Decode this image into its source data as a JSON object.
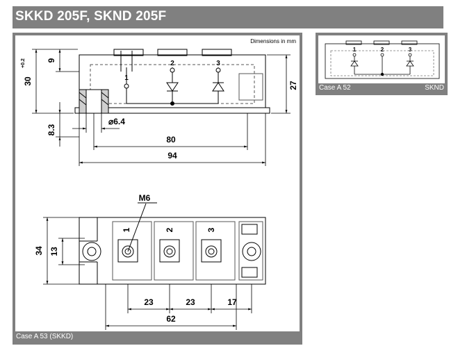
{
  "header": {
    "title": "SKKD 205F, SKND 205F"
  },
  "main": {
    "dimensions_note": "Dimensions in mm",
    "caption": "Case A 53 (SKKD)",
    "side_view": {
      "dim_height_total": "30",
      "dim_tolerance": "+0.2",
      "dim_top": "9",
      "dim_right": "27",
      "dim_bottom": "8.3",
      "dim_hole": "⌀6.4",
      "dim_80": "80",
      "dim_94": "94",
      "terminal_1": "1",
      "terminal_2": "2",
      "terminal_3": "3"
    },
    "top_view": {
      "thread_label": "M6",
      "dim_34": "34",
      "dim_13": "13",
      "dim_23a": "23",
      "dim_23b": "23",
      "dim_17": "17",
      "dim_62": "62",
      "terminal_1": "1",
      "terminal_2": "2",
      "terminal_3": "3"
    }
  },
  "side": {
    "caption_left": "Case A 52",
    "caption_right": "SKND",
    "terminal_1": "1",
    "terminal_2": "2",
    "terminal_3": "3"
  }
}
